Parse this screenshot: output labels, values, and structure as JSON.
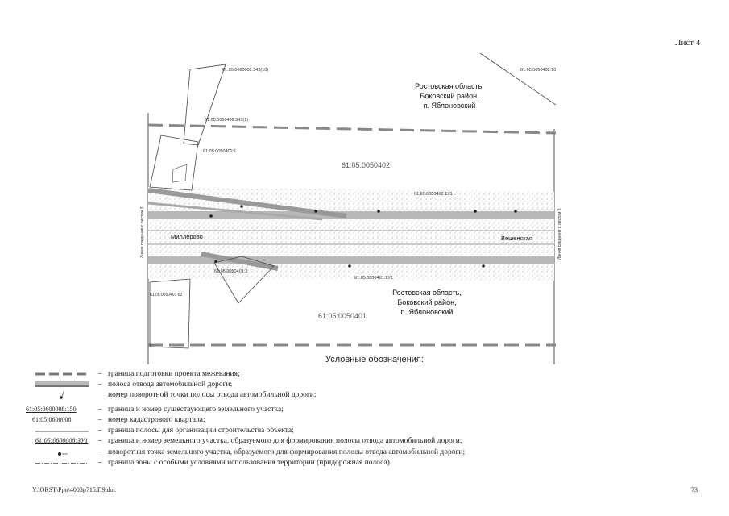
{
  "sheet_label": "Лист 4",
  "region_top": [
    "Ростовская область,",
    "Боковский район,",
    "п. Яблоновский"
  ],
  "region_bottom": [
    "Ростовская область,",
    "Боковский район,",
    "п. Яблоновский"
  ],
  "quarter_top": "61:05:0050402",
  "quarter_bottom": "61:05:0050401",
  "map_labels": {
    "plot_topleft": "61:05:0060002:543(10)",
    "plot_topright": "61:05:0050402:10",
    "plot_left1": "61:05:0050402:543(1)",
    "plot_left2": "61:05:0050402:1",
    "road_left": "Миллерово",
    "road_right": "Вешенская",
    "plot_bottom": "61:05:0050401:2",
    "plot_bottom_left": "61:05:0050401:62",
    "edge_left": "Линия сведения с листом 3",
    "edge_right": "Линия сведения с листом 5",
    "plot_mid_right": "61:05:0050402:1У1",
    "plot_mid_bottom": "61:05:0050401:1У1"
  },
  "legend": {
    "title": "Условные обозначения:",
    "items": [
      {
        "sample": "",
        "text": "граница подготовки проекта межевания;"
      },
      {
        "sample": "",
        "text": "полоса отвода автомобильной дороги;"
      },
      {
        "sample": "",
        "text": "номер поворотной точки полосы отвода автомобильной дороги;"
      },
      {
        "sample": "61:05:0600008:150",
        "text": "граница и номер существующего земельного участка;"
      },
      {
        "sample": "61:05:0600008",
        "text": "номер кадастрового квартала;"
      },
      {
        "sample": "",
        "text": "граница полосы для организации строительства объекта;"
      },
      {
        "sample": "61:05:0600008:ЗУ1",
        "text": "граница и номер земельного участка, образуемого для формирования полосы отвода автомобильной дороги;"
      },
      {
        "sample": "",
        "text": "поворотная точка земельного участка, образуемого для формирования полосы отвода автомобильной дороги;"
      },
      {
        "sample": "",
        "text": "граница зоны с особыми условиями использования территории (придорожная полоса)."
      }
    ]
  },
  "footer_path": "Y:\\ORST\\Ppo\\4003p715.П9.doc",
  "page_number": "73"
}
